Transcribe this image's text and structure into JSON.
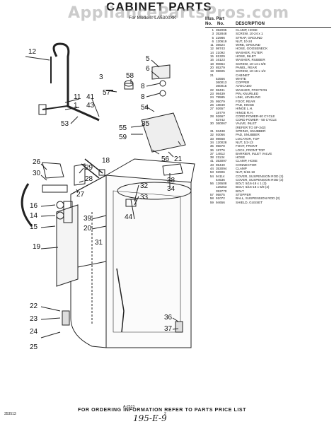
{
  "header": {
    "title": "CABINET PARTS",
    "watermark": "AppliancePartsPros.com",
    "subtitle": "For Models: LA5300XK"
  },
  "parts_list": {
    "header_line": "Illus. Part",
    "col_no": "No.",
    "col_part": "No.",
    "col_desc": "DESCRIPTION",
    "rows": [
      {
        "no": "1",
        "part": "352095",
        "desc": "CLAMP, HOSE"
      },
      {
        "no": "3",
        "part": "352848",
        "desc": "SCREW, 10-24 x 1"
      },
      {
        "no": "5",
        "part": "22986",
        "desc": "STRAP, GROUND"
      },
      {
        "no": "6",
        "part": "120619",
        "desc": "NUT, 10-24"
      },
      {
        "no": "11",
        "part": "36524",
        "desc": "WIRE, GROUND"
      },
      {
        "no": "12",
        "part": "98743",
        "desc": "HOSE, GOOSENECK"
      },
      {
        "no": "14",
        "part": "21092",
        "desc": "WASHER, FILTER"
      },
      {
        "no": "15",
        "part": "81329",
        "desc": "HOSE, INLET"
      },
      {
        "no": "16",
        "part": "16123",
        "desc": "WASHER, RUBBER"
      },
      {
        "no": "18",
        "part": "90864",
        "desc": "SCREW, 10-14 x 5/8"
      },
      {
        "no": "20",
        "part": "85279",
        "desc": "PANEL, REAR"
      },
      {
        "no": "19",
        "part": "98605",
        "desc": "SCREW, 10-16 x 1/2"
      },
      {
        "no": "21",
        "part": "",
        "desc": "CABINET"
      },
      {
        "no": "",
        "part": "",
        "desc": ""
      },
      {
        "no": "",
        "part": "53566",
        "desc": "WHITE"
      },
      {
        "no": "",
        "part": "360013",
        "desc": "COPPER"
      },
      {
        "no": "",
        "part": "360015",
        "desc": "AVOCADO"
      },
      {
        "no": "22",
        "part": "98431",
        "desc": "WASHER, FRICTION"
      },
      {
        "no": "23",
        "part": "98439",
        "desc": "PIN, KNURLED"
      },
      {
        "no": "24",
        "part": "79585",
        "desc": "LINK, LEVELING"
      },
      {
        "no": "25",
        "part": "95079",
        "desc": "FOOT, REAR"
      },
      {
        "no": "26",
        "part": "18849",
        "desc": "PAD, HINGE"
      },
      {
        "no": "27",
        "part": "92657",
        "desc": "HINGE L.H."
      },
      {
        "no": "",
        "part": "18779",
        "desc": "HINGE R.H."
      },
      {
        "no": "28",
        "part": "92667",
        "desc": "CORD POWER-60 CYCLE"
      },
      {
        "no": "",
        "part": "83742",
        "desc": "CORD POWER - 50 CYCLE"
      },
      {
        "no": "30",
        "part": "360067",
        "desc": "VALVE, INLET"
      },
      {
        "no": "",
        "part": "",
        "desc": "(REFER TO SF-342)"
      },
      {
        "no": "31",
        "part": "93438",
        "desc": "SPRING, SNUBBER"
      },
      {
        "no": "32",
        "part": "93066",
        "desc": "PAD, SNUBBER"
      },
      {
        "no": "33",
        "part": "98668",
        "desc": "LOCATOR, TOP"
      },
      {
        "no": "34",
        "part": "120028",
        "desc": "NUT, 1/2-13"
      },
      {
        "no": "35",
        "part": "95878",
        "desc": "FOOT, FRONT"
      },
      {
        "no": "36",
        "part": "18776",
        "desc": "LOCK, FRONT TOP"
      },
      {
        "no": "37",
        "part": "14812",
        "desc": "BARRIER, INLET VALVE"
      },
      {
        "no": "38",
        "part": "21134",
        "desc": "HOSE"
      },
      {
        "no": "41",
        "part": "353097",
        "desc": "CLAMP, HOSE"
      },
      {
        "no": "43",
        "part": "95440",
        "desc": "CONNECTOR"
      },
      {
        "no": "44",
        "part": "353094",
        "desc": "CLAMP"
      },
      {
        "no": "53",
        "part": "92906",
        "desc": "NUT, 5/16-18"
      },
      {
        "no": "54",
        "part": "94114",
        "desc": "COVER, SUSPENSION ROD (3)"
      },
      {
        "no": "",
        "part": "54536",
        "desc": "COVER, SUSPENSION ROD (3)"
      },
      {
        "no": "56",
        "part": "126508",
        "desc": "BOLT, 5/16-18 x 1 (3)"
      },
      {
        "no": "",
        "part": "126253",
        "desc": "BOLT, 5/16-18 x 5/8 (2)"
      },
      {
        "no": "",
        "part": "353770",
        "desc": "BOLT"
      },
      {
        "no": "57",
        "part": "95875",
        "desc": "STOPPER"
      },
      {
        "no": "58",
        "part": "91072",
        "desc": "BALL, SUSPENSION ROD (3)"
      },
      {
        "no": "59",
        "part": "94656",
        "desc": "SHIELD, GUSSET"
      }
    ]
  },
  "callouts": {
    "c1": "1",
    "c3": "3",
    "c5": "5",
    "c6": "6",
    "c8a": "8",
    "c8b": "8",
    "c11": "11",
    "c12": "12",
    "c14": "14",
    "c15": "15",
    "c16": "16",
    "c18": "18",
    "c19": "19",
    "c20": "20",
    "c21": "21",
    "c22": "22",
    "c23": "23",
    "c24": "24",
    "c25": "25",
    "c26": "26",
    "c27": "27",
    "c28": "28",
    "c29": "29",
    "c30": "30",
    "c31": "31",
    "c32": "32",
    "c33": "33",
    "c34": "34",
    "c35": "35",
    "c36": "36",
    "c37": "37",
    "c38": "38",
    "c39": "39",
    "c41": "41",
    "c43": "43",
    "c44": "44",
    "c53": "53",
    "c54": "54",
    "c55": "55",
    "c56": "56",
    "c57": "57",
    "c58": "58",
    "c59": "59"
  },
  "footer": {
    "figure_label": "A-2513",
    "instruction": "FOR ORDERING INFORMATION REFER TO PARTS PRICE LIST",
    "doc_number": "353513",
    "page_number": "2",
    "handwritten_note": "195-E-9"
  }
}
